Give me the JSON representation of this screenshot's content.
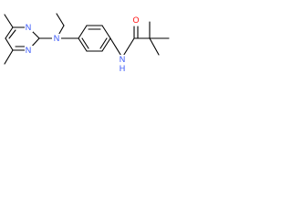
{
  "molecule": {
    "atoms": {
      "n_ring_top": "N",
      "n_ring_bottom": "N",
      "n_amine": "N",
      "n_amide_label": "N",
      "h_amide_label": "H",
      "o_carbonyl": "O"
    }
  },
  "colors": {
    "bond": "#000000",
    "nitrogen": "#3050F8",
    "oxygen": "#FF0D0D",
    "background": "#ffffff"
  }
}
